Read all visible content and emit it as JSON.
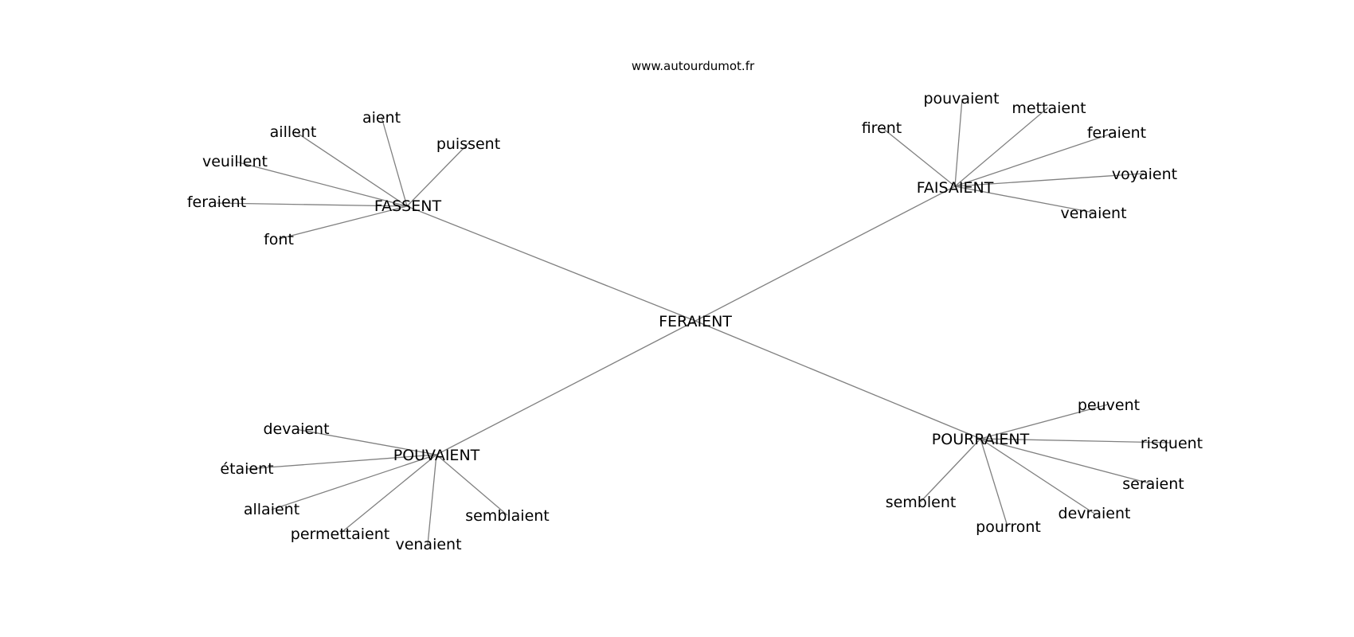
{
  "source_label": "www.autourdumot.fr",
  "nodes": [
    {
      "id": "feraient_c",
      "label": "FERAIENT"
    },
    {
      "id": "fassent",
      "label": "FASSENT"
    },
    {
      "id": "faisaient",
      "label": "FAISAIENT"
    },
    {
      "id": "pouvaient_h",
      "label": "POUVAIENT"
    },
    {
      "id": "pourraient",
      "label": "POURRAIENT"
    },
    {
      "id": "aient",
      "label": "aient"
    },
    {
      "id": "aillent",
      "label": "aillent"
    },
    {
      "id": "puissent",
      "label": "puissent"
    },
    {
      "id": "veuillent",
      "label": "veuillent"
    },
    {
      "id": "feraient_1",
      "label": "feraient"
    },
    {
      "id": "font",
      "label": "font"
    },
    {
      "id": "pouvaient_l",
      "label": "pouvaient"
    },
    {
      "id": "mettaient",
      "label": "mettaient"
    },
    {
      "id": "firent",
      "label": "firent"
    },
    {
      "id": "feraient_2",
      "label": "feraient"
    },
    {
      "id": "voyaient",
      "label": "voyaient"
    },
    {
      "id": "venaient_1",
      "label": "venaient"
    },
    {
      "id": "devaient",
      "label": "devaient"
    },
    {
      "id": "etaient",
      "label": "étaient"
    },
    {
      "id": "allaient",
      "label": "allaient"
    },
    {
      "id": "permettaient",
      "label": "permettaient"
    },
    {
      "id": "venaient_2",
      "label": "venaient"
    },
    {
      "id": "semblaient",
      "label": "semblaient"
    },
    {
      "id": "peuvent",
      "label": "peuvent"
    },
    {
      "id": "risquent",
      "label": "risquent"
    },
    {
      "id": "seraient",
      "label": "seraient"
    },
    {
      "id": "semblent",
      "label": "semblent"
    },
    {
      "id": "pourront",
      "label": "pourront"
    },
    {
      "id": "devraient",
      "label": "devraient"
    }
  ],
  "edges": [
    [
      "feraient_c",
      "fassent"
    ],
    [
      "feraient_c",
      "faisaient"
    ],
    [
      "feraient_c",
      "pouvaient_h"
    ],
    [
      "feraient_c",
      "pourraient"
    ],
    [
      "fassent",
      "aient"
    ],
    [
      "fassent",
      "aillent"
    ],
    [
      "fassent",
      "puissent"
    ],
    [
      "fassent",
      "veuillent"
    ],
    [
      "fassent",
      "feraient_1"
    ],
    [
      "fassent",
      "font"
    ],
    [
      "faisaient",
      "pouvaient_l"
    ],
    [
      "faisaient",
      "mettaient"
    ],
    [
      "faisaient",
      "firent"
    ],
    [
      "faisaient",
      "feraient_2"
    ],
    [
      "faisaient",
      "voyaient"
    ],
    [
      "faisaient",
      "venaient_1"
    ],
    [
      "pouvaient_h",
      "devaient"
    ],
    [
      "pouvaient_h",
      "etaient"
    ],
    [
      "pouvaient_h",
      "allaient"
    ],
    [
      "pouvaient_h",
      "permettaient"
    ],
    [
      "pouvaient_h",
      "venaient_2"
    ],
    [
      "pouvaient_h",
      "semblaient"
    ],
    [
      "pourraient",
      "peuvent"
    ],
    [
      "pourraient",
      "risquent"
    ],
    [
      "pourraient",
      "seraient"
    ],
    [
      "pourraient",
      "semblent"
    ],
    [
      "pourraient",
      "pourront"
    ],
    [
      "pourraient",
      "devraient"
    ]
  ]
}
